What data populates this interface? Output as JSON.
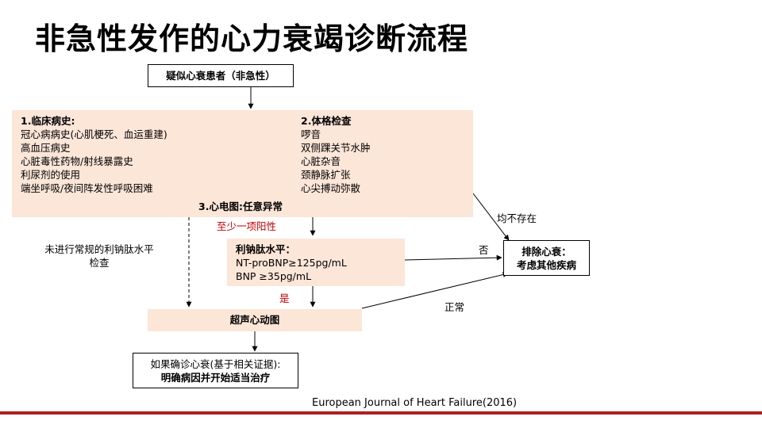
{
  "title": "非急性发作的心力衰竭诊断流程",
  "start_box": "疑似心衰患者（非急性）",
  "history": {
    "heading": "1.临床病史:",
    "items": [
      "冠心病病史(心肌梗死、血运重建)",
      "高血压病史",
      "心脏毒性药物/射线暴露史",
      "利尿剂的使用",
      "端坐呼吸/夜间阵发性呼吸困难"
    ]
  },
  "exam": {
    "heading": "2.体格检查",
    "items": [
      "啰音",
      "双侧踝关节水肿",
      "心脏杂音",
      "颈静脉扩张",
      "心尖搏动弥散"
    ]
  },
  "ecg": "3.心电图:任意异常",
  "at_least_one": "至少一项阳性",
  "none_present": "均不存在",
  "no_routine_bnp": [
    "未进行常规的利钠肽水平",
    "检查"
  ],
  "bnp": {
    "heading": "利钠肽水平：",
    "line1": "NT-proBNP≥125pg/mL",
    "line2": "BNP ≥35pg/mL"
  },
  "no_label": "否",
  "yes_label": "是",
  "normal_label": "正常",
  "exclude": {
    "line1": "排除心衰：",
    "line2": "考虑其他疾病"
  },
  "echo": "超声心动图",
  "confirm": {
    "line1": "如果确诊心衰(基于相关证据):",
    "line2": "明确病因并开始适当治疗"
  },
  "citation": "European Journal of Heart Failure(2016)"
}
